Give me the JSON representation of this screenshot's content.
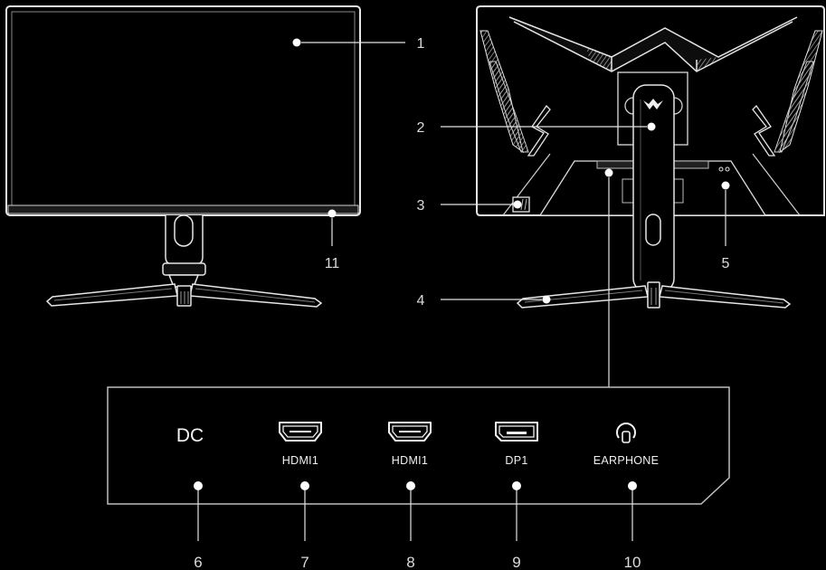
{
  "callouts": [
    "1",
    "2",
    "3",
    "4",
    "5",
    "6",
    "7",
    "8",
    "9",
    "10",
    "11"
  ],
  "ports": [
    {
      "label": "DC",
      "icon": "dc-power-text"
    },
    {
      "label": "HDMI1",
      "icon": "hdmi-port-icon"
    },
    {
      "label": "HDMI1",
      "icon": "hdmi-port-icon"
    },
    {
      "label": "DP1",
      "icon": "displayport-icon"
    },
    {
      "label": "EARPHONE",
      "icon": "headphone-jack-icon"
    }
  ],
  "colors": {
    "background": "#000000",
    "line": "#e6e6e6",
    "hatch": "#9a9a9a"
  }
}
